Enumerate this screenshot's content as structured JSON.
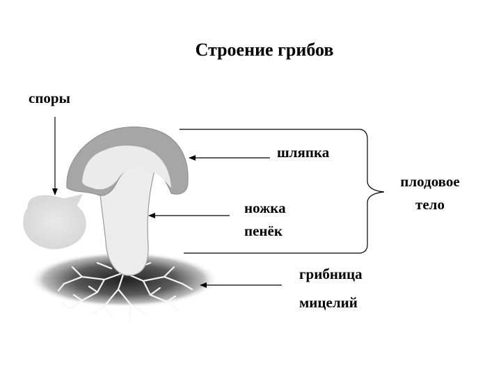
{
  "title": "Строение грибов",
  "labels": {
    "spores": "споры",
    "cap": "шляпка",
    "stem_line1": "ножка",
    "stem_line2": "пенёк",
    "fruit_body_line1": "плодовое",
    "fruit_body_line2": "тело",
    "mycelium_line1": "грибница",
    "mycelium_line2": "мицелий"
  },
  "colors": {
    "cap": "#a6a6a6",
    "cap_underside": "#ebebeb",
    "stem": "#ececec",
    "spore_cloud": "#e2e2e2",
    "ground_shadow": "#3a3a3a",
    "mycelium": "#f7f7f7",
    "lines": "#000000"
  }
}
